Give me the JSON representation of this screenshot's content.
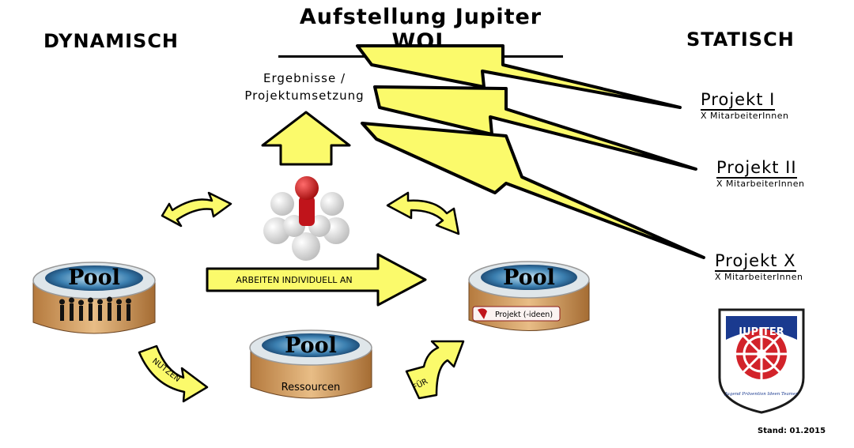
{
  "title": "Aufstellung Jupiter WOL",
  "left_heading": "DYNAMISCH",
  "right_heading": "STATISCH",
  "results_label_line1": "Ergebnisse /",
  "results_label_line2": "Projektumsetzung",
  "projects": [
    {
      "title": "Projekt I",
      "sub": "X MitarbeiterInnen"
    },
    {
      "title": "Projekt II",
      "sub": "X MitarbeiterInnen"
    },
    {
      "title": "Projekt X",
      "sub": "X MitarbeiterInnen"
    }
  ],
  "pools": {
    "left": {
      "label": "Pool"
    },
    "center": {
      "label": "Pool",
      "caption": "Ressourcen"
    },
    "right": {
      "label": "Pool",
      "caption": "Projekt (-ideen)"
    }
  },
  "arrows": {
    "main": "ARBEITEN INDIVIDUELL AN",
    "left_curve": "NUTZEN",
    "right_curve": "FÜR"
  },
  "badge": {
    "top_text": "JUPITER",
    "bottom_text": "Jugend Prävention Ideen Teamer"
  },
  "footer": "Stand: 01.2015",
  "colors": {
    "arrow_fill": "#fbfa6b",
    "wood": "#d9a86a",
    "pool_rim": "#dfe6ea",
    "badge_red": "#d2232a",
    "badge_blue": "#1a3a8f"
  }
}
